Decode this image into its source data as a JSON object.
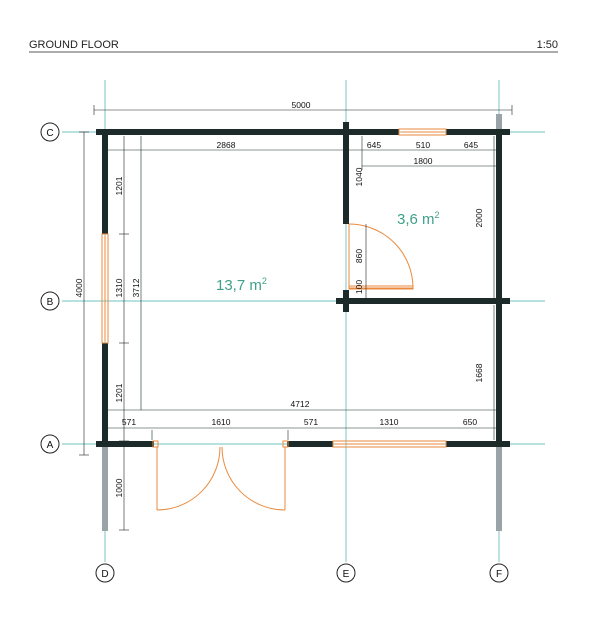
{
  "header": {
    "title": "GROUND FLOOR",
    "scale": "1:50"
  },
  "axes": {
    "C": "C",
    "B": "B",
    "A": "A",
    "D": "D",
    "E": "E",
    "F": "F"
  },
  "areas": {
    "large": {
      "value": "13,7 m",
      "sup": "2"
    },
    "small": {
      "value": "3,6 m",
      "sup": "2"
    }
  },
  "dimensions": {
    "overall_width": "5000",
    "room_width": "2868",
    "d645a": "645",
    "window_w": "510",
    "d645b": "645",
    "small_inner_w": "1800",
    "overall_depth": "4000",
    "inner_depth": "3712",
    "left_1201_top": "1201",
    "left_1310": "1310",
    "left_1201_bottom": "1201",
    "partition_1040": "1040",
    "door_860": "860",
    "partition_100": "100",
    "small_depth_2000": "2000",
    "right_1668": "1668",
    "inner_length_4712": "4712",
    "b571a": "571",
    "door_1610": "1610",
    "b571b": "571",
    "window_1310": "1310",
    "b650": "650",
    "terrace_1000": "1000"
  },
  "colors": {
    "wall": "#1c2a2a",
    "axis": "#5bb5b5",
    "opening": "#e98a3e",
    "area_text": "#3fa08a"
  }
}
